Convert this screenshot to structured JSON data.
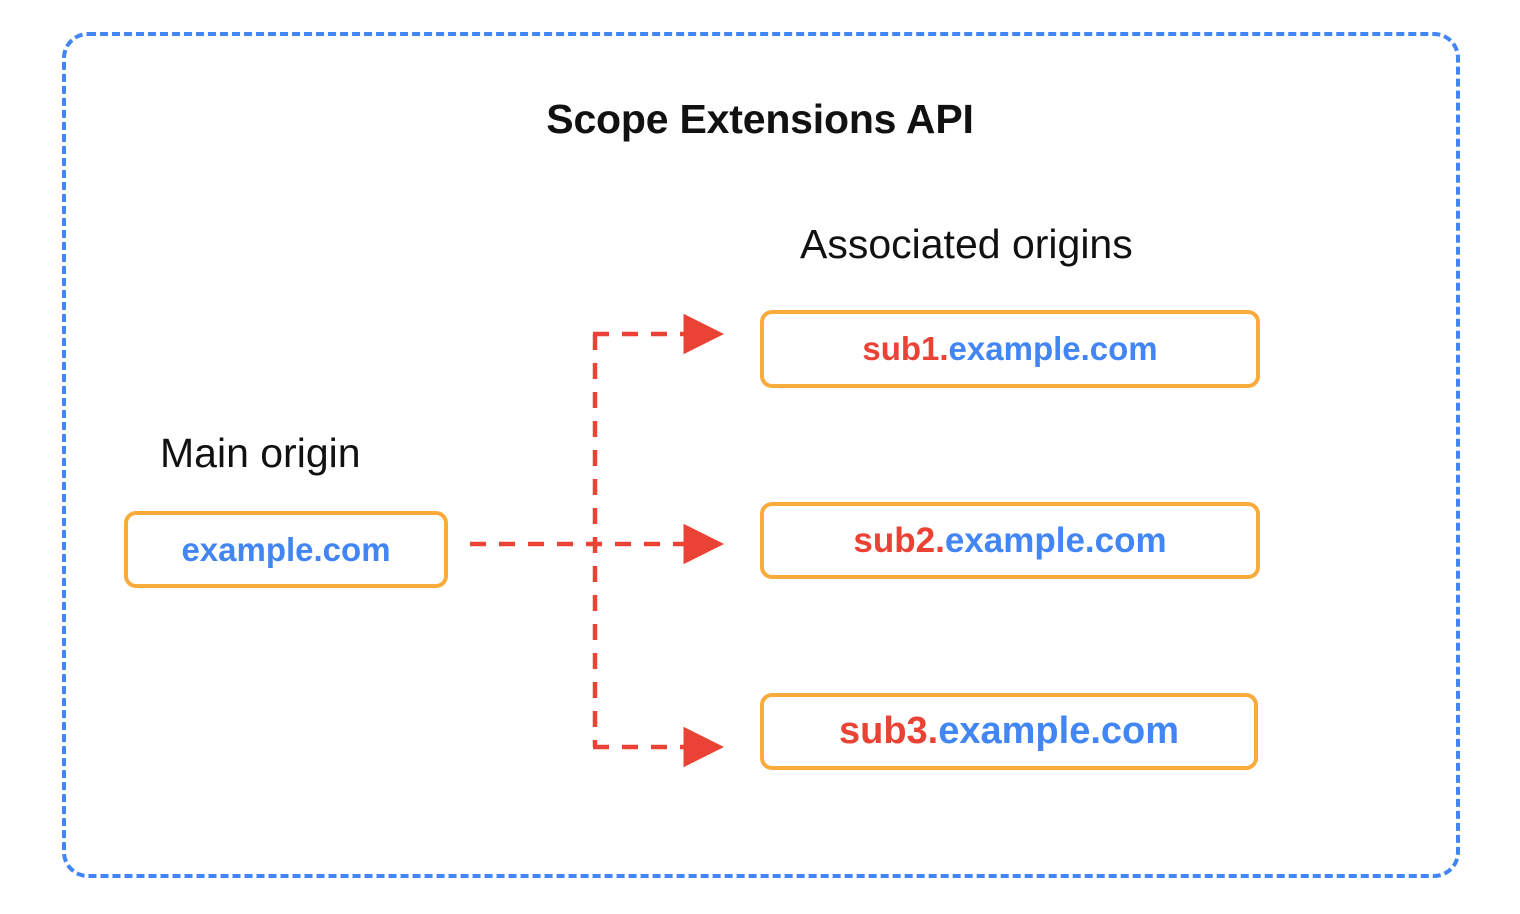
{
  "diagram": {
    "title": "Scope Extensions API",
    "frame_color": "#4285F4",
    "box_border_color": "#F9AB3C",
    "connector_color": "#EA4335",
    "origin_sub_color": "#EA4335",
    "origin_base_color": "#4285F4"
  },
  "main_origin": {
    "caption": "Main origin",
    "box": {
      "base": "example.com"
    }
  },
  "associated_origins": {
    "caption": "Associated origins",
    "items": [
      {
        "sub": "sub1",
        "dot": ".",
        "base": "example.com"
      },
      {
        "sub": "sub2",
        "dot": ".",
        "base": "example.com"
      },
      {
        "sub": "sub3",
        "dot": ".",
        "base": "example.com"
      }
    ]
  }
}
